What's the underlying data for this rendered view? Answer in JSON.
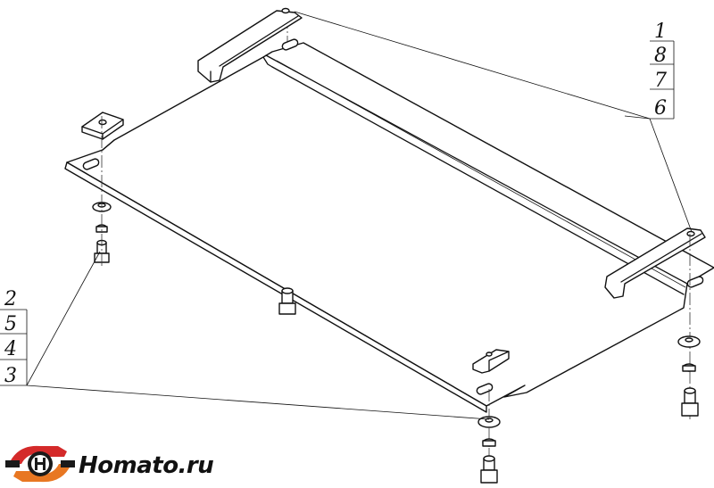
{
  "labels_right": [
    "1",
    "8",
    "7",
    "6"
  ],
  "labels_left": [
    "2",
    "5",
    "4",
    "3"
  ],
  "logo": {
    "text": "Homato.ru",
    "colors": {
      "red": "#d42a2a",
      "dark": "#1a1a1a",
      "orange": "#e87722"
    }
  }
}
